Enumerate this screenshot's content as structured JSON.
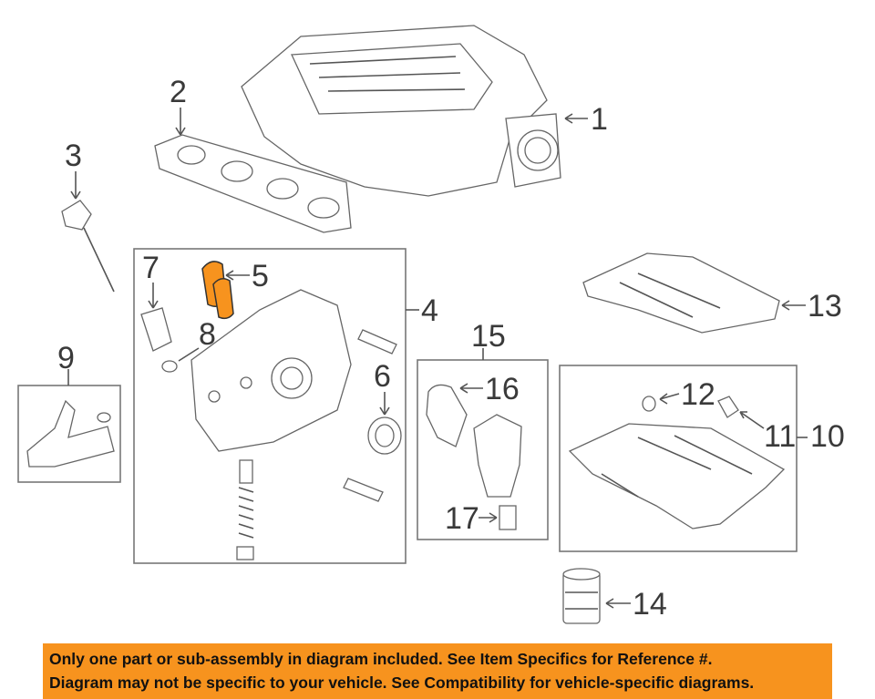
{
  "callouts": [
    "1",
    "2",
    "3",
    "4",
    "5",
    "6",
    "7",
    "8",
    "9",
    "10",
    "11",
    "12",
    "13",
    "14",
    "15",
    "16",
    "17"
  ],
  "highlight_color": "#f7931e",
  "banner": {
    "line1": "Only one part or sub-assembly in diagram included. See Item Specifics for Reference #.",
    "line2": "Diagram may not be specific to your vehicle. See Compatibility for vehicle-specific diagrams.",
    "background": "#f7931e"
  }
}
